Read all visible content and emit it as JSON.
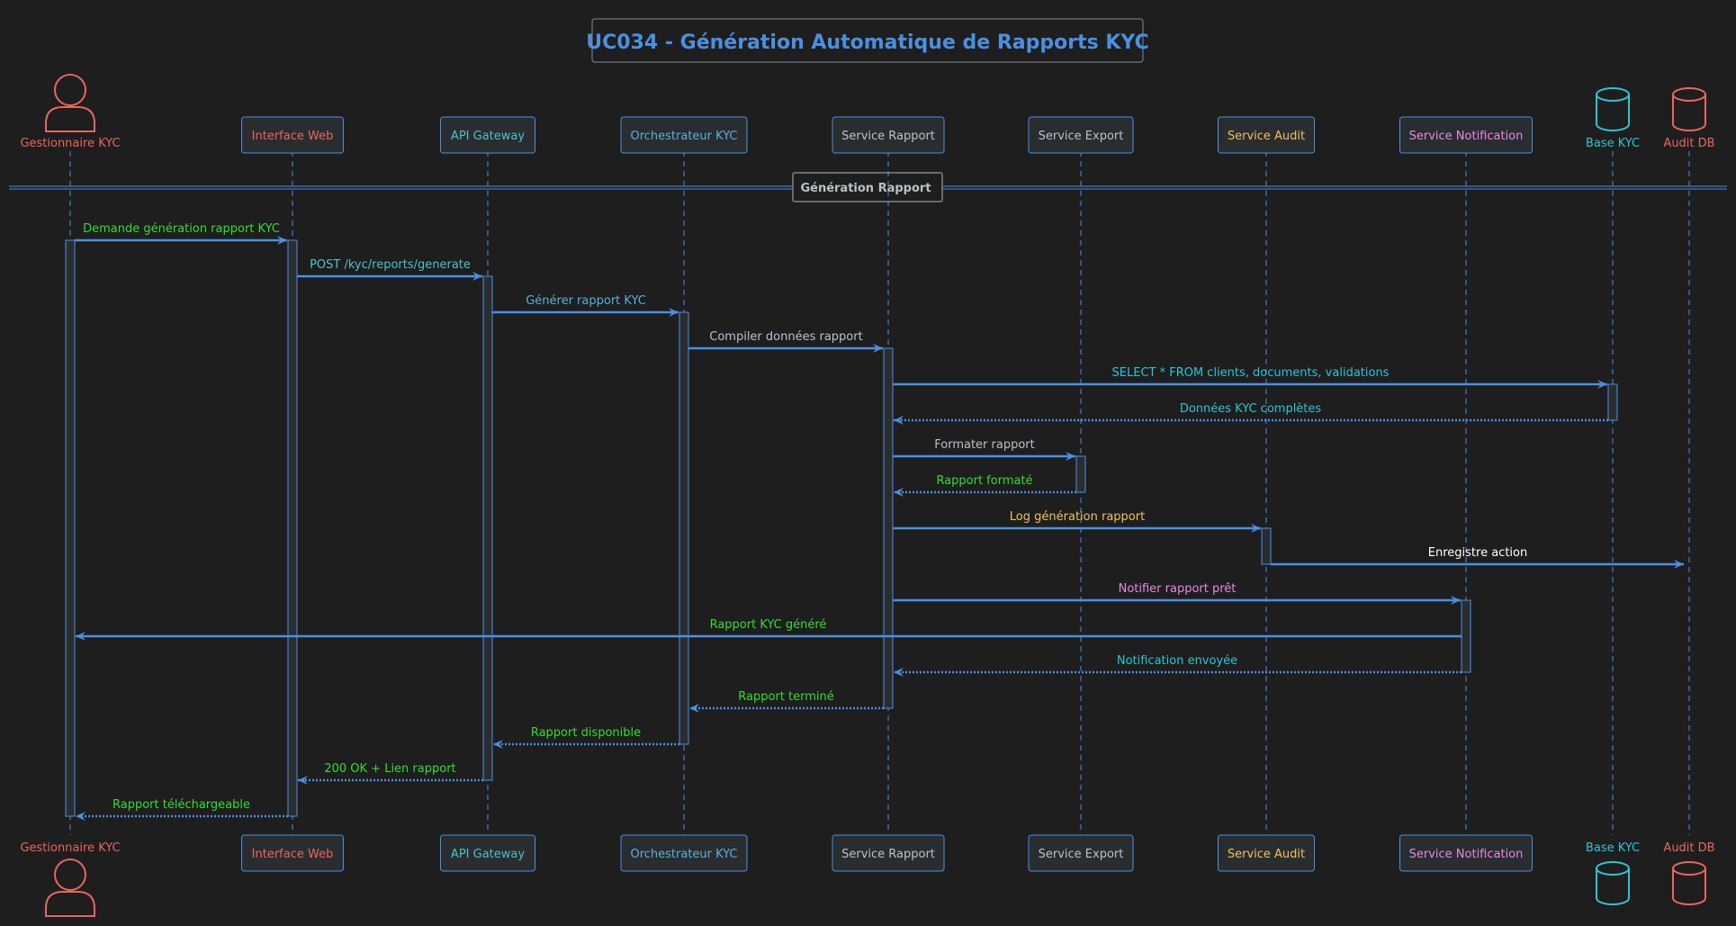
{
  "title": "UC034 - Génération Automatique de Rapports KYC",
  "group_label": "Génération Rapport",
  "colors": {
    "background": "#1e1e1e",
    "line": "#4a90e2",
    "box_fill": "#2a2d30",
    "red": "#e8665f",
    "teal": "#4fc1c5",
    "steel": "#5ab0d8",
    "gray": "#b8c2c8",
    "yellow": "#f0c060",
    "pink": "#e58be0",
    "cyan": "#29c6d6",
    "orange": "#e8863c",
    "green": "#33dd33",
    "white": "#ffffff"
  },
  "participants": [
    {
      "id": "gestionnaire",
      "label": "Gestionnaire KYC",
      "kind": "actor",
      "color": "#e8665f",
      "icon": "actor-icon"
    },
    {
      "id": "web",
      "label": "Interface Web",
      "kind": "box",
      "color": "#e8665f"
    },
    {
      "id": "api",
      "label": "API Gateway",
      "kind": "box",
      "color": "#4fc1c5"
    },
    {
      "id": "orch",
      "label": "Orchestrateur KYC",
      "kind": "box",
      "color": "#5ab0d8"
    },
    {
      "id": "rapport",
      "label": "Service Rapport",
      "kind": "box",
      "color": "#b8c2c8"
    },
    {
      "id": "export",
      "label": "Service Export",
      "kind": "box",
      "color": "#b8c2c8"
    },
    {
      "id": "audit",
      "label": "Service Audit",
      "kind": "box",
      "color": "#f0c060"
    },
    {
      "id": "notif",
      "label": "Service Notification",
      "kind": "box",
      "color": "#e58be0"
    },
    {
      "id": "basekyc",
      "label": "Base KYC",
      "kind": "database",
      "color": "#29c6d6",
      "icon": "database-icon"
    },
    {
      "id": "auditdb",
      "label": "Audit DB",
      "kind": "database",
      "color": "#e8665f",
      "icon": "database-icon"
    }
  ],
  "messages": [
    {
      "from": "gestionnaire",
      "to": "web",
      "label": "Demande génération rapport KYC",
      "style": "solid",
      "color": "#33dd33"
    },
    {
      "from": "web",
      "to": "api",
      "label": "POST /kyc/reports/generate",
      "style": "solid",
      "color": "#4fc1c5"
    },
    {
      "from": "api",
      "to": "orch",
      "label": "Générer rapport KYC",
      "style": "solid",
      "color": "#5ab0d8"
    },
    {
      "from": "orch",
      "to": "rapport",
      "label": "Compiler données rapport",
      "style": "solid",
      "color": "#b8c2c8"
    },
    {
      "from": "rapport",
      "to": "basekyc",
      "label": "SELECT * FROM clients, documents, validations",
      "style": "solid",
      "color": "#29c6d6"
    },
    {
      "from": "basekyc",
      "to": "rapport",
      "label": "Données KYC complètes",
      "style": "dotted",
      "color": "#29c6d6"
    },
    {
      "from": "rapport",
      "to": "export",
      "label": "Formater rapport",
      "style": "solid",
      "color": "#b8c2c8"
    },
    {
      "from": "export",
      "to": "rapport",
      "label": "Rapport formaté",
      "style": "dotted",
      "color": "#33dd33"
    },
    {
      "from": "rapport",
      "to": "audit",
      "label": "Log génération rapport",
      "style": "solid",
      "color": "#f0c060"
    },
    {
      "from": "audit",
      "to": "auditdb",
      "label": "Enregistre action",
      "style": "solid",
      "color": "#ffffff"
    },
    {
      "from": "rapport",
      "to": "notif",
      "label": "Notifier rapport prêt",
      "style": "solid",
      "color": "#e58be0"
    },
    {
      "from": "notif",
      "to": "gestionnaire",
      "label": "Rapport KYC généré",
      "style": "solid",
      "color": "#33dd33"
    },
    {
      "from": "notif",
      "to": "rapport",
      "label": "Notification envoyée",
      "style": "dotted",
      "color": "#29c6d6"
    },
    {
      "from": "rapport",
      "to": "orch",
      "label": "Rapport terminé",
      "style": "dotted",
      "color": "#33dd33"
    },
    {
      "from": "orch",
      "to": "api",
      "label": "Rapport disponible",
      "style": "dotted",
      "color": "#33dd33"
    },
    {
      "from": "api",
      "to": "web",
      "label": "200 OK + Lien rapport",
      "style": "dotted",
      "color": "#33dd33"
    },
    {
      "from": "web",
      "to": "gestionnaire",
      "label": "Rapport téléchargeable",
      "style": "dotted",
      "color": "#33dd33"
    }
  ]
}
